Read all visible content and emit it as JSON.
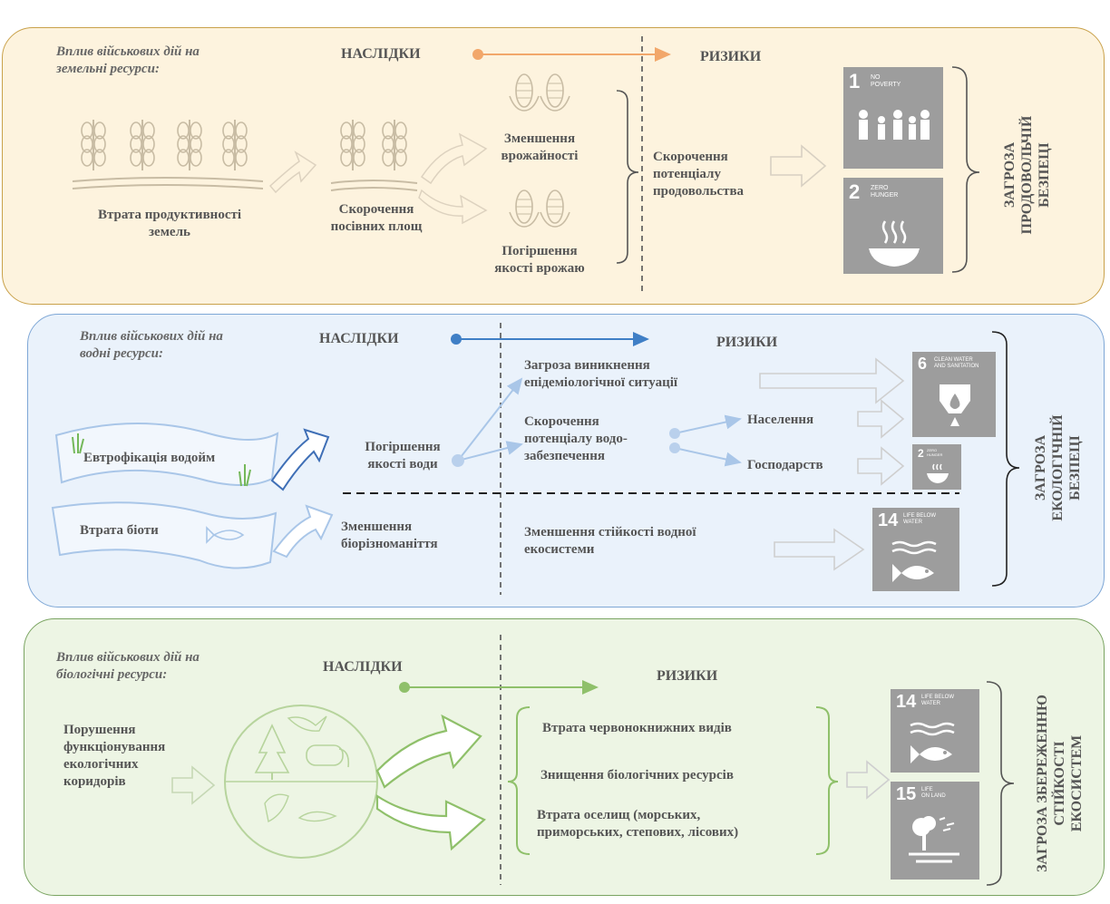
{
  "panel1": {
    "intro": "Вплив військових дій на\nземельні ресурси:",
    "consequences": "НАСЛІДКИ",
    "risks": "РИЗИКИ",
    "loss_productivity": "Втрата продуктивності\nземель",
    "sown_area": "Скорочення\nпосівних площ",
    "yield_decrease": "Зменшення\nврожайності",
    "quality_decrease": "Погіршення\nякості врожаю",
    "food_potential": "Скорочення\nпотенціалу\nпродовольства",
    "threat": "ЗАГРОЗА\nПРОДОВОЛЬЧІЙ\nБЕЗПЕЦІ",
    "sdg1": {
      "number": "1",
      "label": "NO\nPOVERTY"
    },
    "sdg2": {
      "number": "2",
      "label": "ZERO\nHUNGER"
    }
  },
  "panel2": {
    "intro": "Вплив військових дій на\nводні ресурси:",
    "consequences": "НАСЛІДКИ",
    "risks": "РИЗИКИ",
    "eutrophication": "Евтрофікація водойм",
    "biota_loss": "Втрата біоти",
    "water_quality": "Погіршення\nякості води",
    "biodiversity": "Зменшення\nбіорізноманіття",
    "epidemic": "Загроза виникнення\nепідеміологічної ситуації",
    "water_supply": "Скорочення\nпотенціалу водо-\nзабезпечення",
    "population": "Населення",
    "households": "Господарств",
    "ecosystem_stability": "Зменшення стійкості водної\nекосистеми",
    "threat": "ЗАГРОЗА\nЕКОЛОГІЧНІЙ\nБЕЗПЕЦІ",
    "sdg6": {
      "number": "6",
      "label": "CLEAN WATER\nAND SANITATION"
    },
    "sdg2": {
      "number": "2",
      "label": "ZERO\nHUNGER"
    },
    "sdg14": {
      "number": "14",
      "label": "LIFE BELOW\nWATER"
    }
  },
  "panel3": {
    "intro": "Вплив військових дій на\nбіологічні ресурси:",
    "consequences": "НАСЛІДКИ",
    "risks": "РИЗИКИ",
    "corridors": "Порушення\nфункціонування\nекологічних\nкоридорів",
    "red_book": "Втрата червонокнижних видів",
    "bio_resources": "Знищення біологічних ресурсів",
    "habitats": "Втрата оселищ (морських,\nприморських, степових, лісових)",
    "threat": "ЗАГРОЗА ЗБЕРЕЖЕННЮ\nСТІЙКОСТІ\nЕКОСИСТЕМ",
    "sdg14": {
      "number": "14",
      "label": "LIFE BELOW\nWATER"
    },
    "sdg15": {
      "number": "15",
      "label": "LIFE\nON LAND"
    }
  },
  "colors": {
    "panel1_fill": "#fdf3de",
    "panel1_accent": "#f2a76a",
    "panel2_fill": "#eaf2fb",
    "panel2_accent": "#3f7fc6",
    "panel3_fill": "#edf5e4",
    "panel3_accent": "#8fc06a",
    "sdg_gray": "#9d9d9d"
  },
  "icons": [
    "wheat-icon",
    "corn-icon",
    "people-icon",
    "bowl-icon",
    "water-drop-icon",
    "fish-icon",
    "tree-icon",
    "bird-icon",
    "elephant-icon",
    "dolphin-icon",
    "arrow-icon"
  ]
}
